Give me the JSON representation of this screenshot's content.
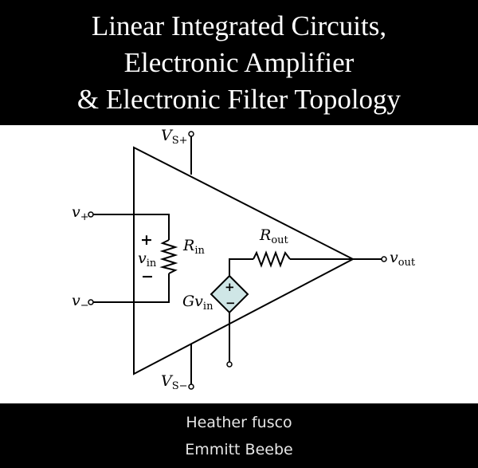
{
  "cover": {
    "title_lines": [
      "Linear Integrated Circuits,",
      "Electronic Amplifier",
      "& Electronic Filter Topology"
    ],
    "authors": [
      "Heather fusco",
      "Emmitt Beebe"
    ]
  },
  "diagram": {
    "labels": {
      "vs_plus": {
        "main": "V",
        "sub": "S+"
      },
      "vs_minus": {
        "main": "V",
        "sub": "S−"
      },
      "v_plus": {
        "main": "v",
        "sub": "+"
      },
      "v_minus": {
        "main": "v",
        "sub": "−"
      },
      "v_out": {
        "main": "v",
        "sub": "out"
      },
      "r_in": {
        "main": "R",
        "sub": "in"
      },
      "r_out": {
        "main": "R",
        "sub": "out"
      },
      "v_in": {
        "main": "v",
        "sub": "in"
      },
      "gain_source": {
        "main": "Gv",
        "sub": "in"
      },
      "plus_sign": "+",
      "minus_sign": "−",
      "source_plus": "+",
      "source_minus": "−"
    }
  }
}
